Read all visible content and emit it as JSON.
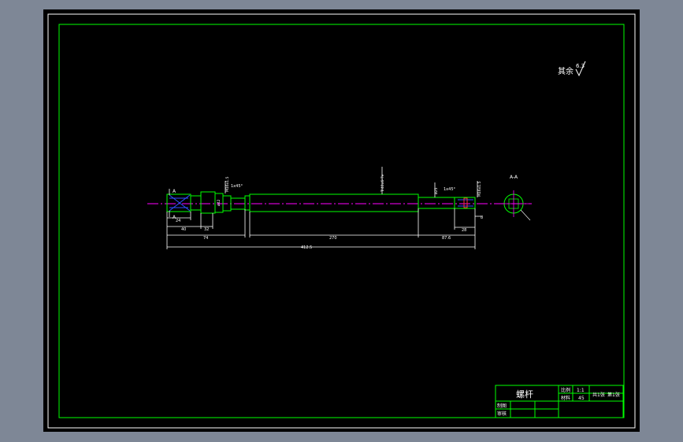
{
  "drawing": {
    "surface_note": "其余",
    "surface_value": "6.3",
    "section_label": "A-A",
    "view_marker": "A"
  },
  "dimensions": {
    "d24": "24",
    "d40": "40",
    "d32": "32",
    "d74": "74",
    "d270": "270",
    "d87_6": "87.6",
    "d28": "28",
    "d8": "8",
    "d412_5": "412.5",
    "thread_top": "M16x1.5",
    "dia_small": "ø42",
    "shaft_dia": "Tr40x6-7e",
    "dia_right": "ø25",
    "dia_end": "M16x1.5",
    "chamfer1": "1x45°",
    "chamfer2": "1x45°"
  },
  "title_block": {
    "part_name": "螺杆",
    "scale_label": "比例",
    "scale_value": "1:1",
    "material_label": "材料",
    "material_value": "45",
    "drawn_label": "制图",
    "check_label": "审核",
    "dwg_no": "共1张",
    "sheet": "第1张"
  },
  "colors": {
    "frame": "#00ff00",
    "center": "#ff00ff",
    "dim": "#ffffff",
    "hatch": "#0000ff",
    "accent": "#ff3030"
  }
}
